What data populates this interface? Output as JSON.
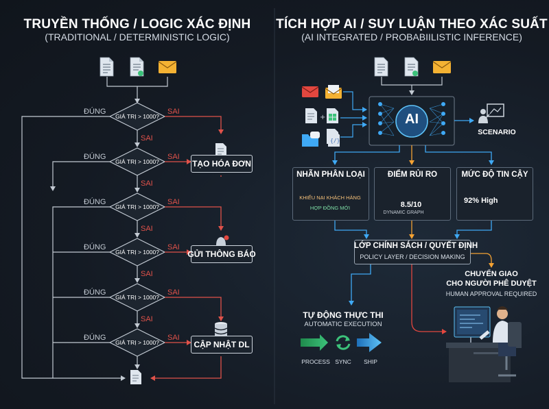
{
  "left": {
    "title": "TRUYỀN THỐNG / LOGIC XÁC ĐỊNH",
    "subtitle": "(TRADITIONAL / DETERMINISTIC LOGIC)",
    "yes_label": "ĐÚNG",
    "no_label": "SAI",
    "condition": "GIÁ TRỊ > 1000?",
    "outputs": {
      "invoice": "TẠO HÓA ĐƠN",
      "notify": "GỬI THÔNG BÁO",
      "update": "CẬP NHẬT DL"
    }
  },
  "right": {
    "title": "TÍCH HỢP AI / SUY LUẬN THEO XÁC SUẤT",
    "subtitle": "(AI INTEGRATED / PROBABIILISTIC INFERENCE)",
    "ai_label": "AI",
    "scenario_label": "SCENARIO",
    "classification": {
      "title": "NHÃN PHÂN LOẠI",
      "tag1": "KHIẾU NẠI KHÁCH HÀNG",
      "tag2": "HỢP ĐỒNG MỚI"
    },
    "risk": {
      "title": "ĐIỂM RỦI RO",
      "score": "8.5/10",
      "caption": "DYNAMIC GRAPH",
      "value": 0.85
    },
    "confidence": {
      "title": "MỨC ĐỘ TIN CẬY",
      "text": "92% High",
      "value": 0.92
    },
    "policy": {
      "title": "LỚP CHÍNH SÁCH / QUYẾT ĐỊNH",
      "subtitle": "POLICY LAYER / DECISION MAKING"
    },
    "handoff": {
      "title_line1": "CHUYỂN GIAO",
      "title_line2": "CHO NGƯỜI PHÊ DUYỆT",
      "subtitle": "HUMAN APPROVAL REQUIRED"
    },
    "auto": {
      "title": "TỰ ĐỘNG THỰC THI",
      "subtitle": "AUTOMATIC EXECUTION",
      "steps": [
        "PROCESS",
        "SYNC",
        "SHIP"
      ]
    }
  },
  "colors": {
    "accent_blue": "#3fa9f5",
    "accent_orange": "#f4a233",
    "accent_red": "#e2473f",
    "accent_green": "#3cc27a",
    "no_red": "#e0524a"
  }
}
